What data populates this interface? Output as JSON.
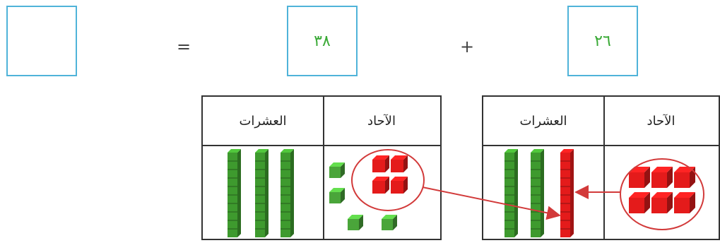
{
  "equation": {
    "first_addend": "٢٦",
    "plus_sign": "+",
    "second_addend": "٣٨",
    "equals_sign": "=",
    "result": ""
  },
  "table_right": {
    "header_ones": "الآحاد",
    "header_tens": "العشرات"
  },
  "table_left": {
    "header_ones": "الآحاد",
    "header_tens": "العشرات"
  },
  "colors": {
    "tens_rod": "#3e9a2e",
    "unit_cube_green": "#4aa53a",
    "unit_cube_red": "#e41b1b",
    "box_border": "#4fb3d9",
    "digit_text": "#39a935",
    "circle_arrow": "#d23a3a"
  }
}
